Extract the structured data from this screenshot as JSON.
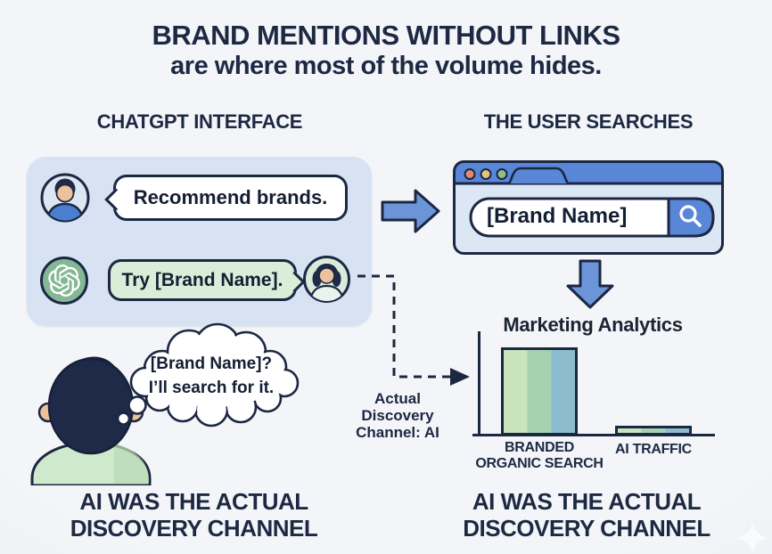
{
  "title": {
    "line1": "BRAND MENTIONS WITHOUT LINKS",
    "line2": "are where most of the volume hides."
  },
  "chatgpt_section": {
    "heading": "CHATGPT INTERFACE",
    "user_message": "Recommend brands.",
    "ai_message": "Try [Brand Name].",
    "thought_bubble": {
      "line1": "[Brand Name]?",
      "line2": "I’ll search for it."
    },
    "caption": {
      "line1": "AI WAS THE ACTUAL",
      "line2": "DISCOVERY CHANNEL"
    }
  },
  "search_section": {
    "heading": "THE USER SEARCHES",
    "search_query": "[Brand Name]",
    "caption": {
      "line1": "AI WAS THE ACTUAL",
      "line2": "DISCOVERY CHANNEL"
    }
  },
  "analytics": {
    "title": "Marketing Analytics",
    "annotation": {
      "line1": "Actual",
      "line2": "Discovery",
      "line3": "Channel: AI"
    },
    "bars": [
      {
        "label_line1": "BRANDED",
        "label_line2": "ORGANIC SEARCH"
      },
      {
        "label_line1": "AI TRAFFIC",
        "label_line2": ""
      }
    ]
  },
  "chart_data": {
    "type": "bar",
    "title": "Marketing Analytics",
    "categories": [
      "BRANDED ORGANIC SEARCH",
      "AI TRAFFIC"
    ],
    "values": [
      95,
      8
    ],
    "ylim": [
      0,
      100
    ],
    "xlabel": "",
    "ylabel": "",
    "grid": false,
    "legend": "none",
    "note": "no numeric axis labels shown; values are relative heights",
    "stripe_colors": [
      "#c7e4bc",
      "#a6d2b2",
      "#8cbccd"
    ]
  },
  "icons": {
    "openai_logo": "openai-knot",
    "user_avatar": "man-avatar",
    "assistant_avatar": "woman-avatar",
    "search_icon": "magnifying-glass",
    "window_dots": "browser-window-controls",
    "arrow_right": "block-arrow-right",
    "arrow_down": "block-arrow-down",
    "dashed_connector": "dashed-arrow",
    "watermark": "four-point-star"
  },
  "colors": {
    "background": "#eff2f5",
    "navy_text": "#1d2943",
    "outline": "#1c2742",
    "panel_blue": "#d7e3f3",
    "bubble_green": "#d8eed8",
    "gpt_green": "#84b794",
    "arrow_blue": "#6c95d9",
    "browser_header": "#5a86d8",
    "browser_body": "#dce7f6",
    "dot_red": "#dd8b74",
    "dot_yellow": "#e2c47f",
    "dot_green": "#8fbe8c",
    "shirt_green": "#cfe9cc",
    "skin": "#eec19e"
  }
}
